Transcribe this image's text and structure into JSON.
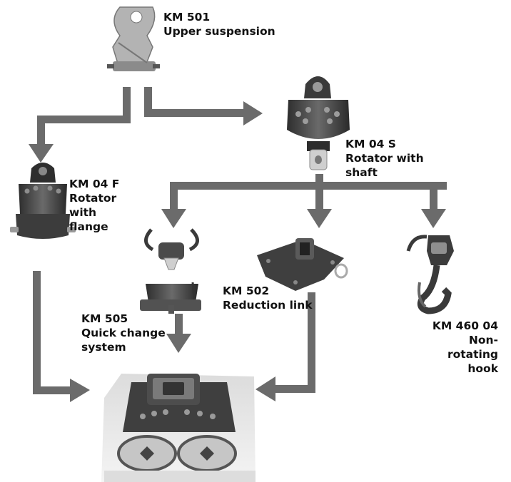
{
  "components": {
    "upper_suspension": {
      "code": "KM 501",
      "lines": [
        "Upper suspension"
      ]
    },
    "rotator_shaft": {
      "code": "KM 04 S",
      "lines": [
        "Rotator with",
        "shaft"
      ]
    },
    "rotator_flange": {
      "code": "KM 04 F",
      "lines": [
        "Rotator",
        "with",
        "flange"
      ]
    },
    "quick_change": {
      "code": "KM 505",
      "lines": [
        "Quick change",
        "system"
      ]
    },
    "reduction_link": {
      "code": "KM 502",
      "lines": [
        "Reduction link"
      ]
    },
    "hook": {
      "code": "KM 460 04",
      "lines": [
        "Non-",
        "rotating",
        "hook"
      ]
    }
  },
  "colors": {
    "arrow": "#6b6b6b",
    "part_dark": "#3d3d3d",
    "part_mid": "#5c5c5c",
    "part_light": "#a9a9a9",
    "grab_body": "#d2d2d2",
    "text": "#111111"
  }
}
